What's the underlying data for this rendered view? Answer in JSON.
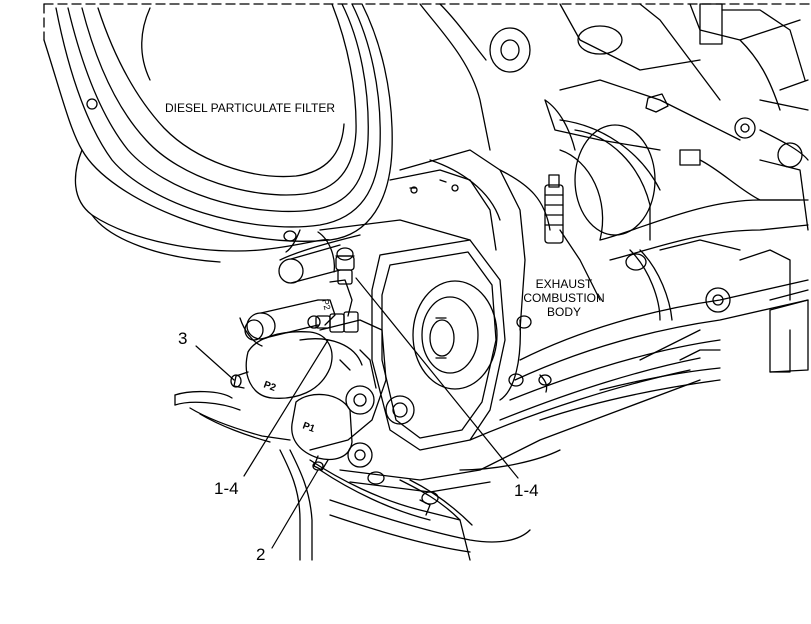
{
  "labels": {
    "dpf": "DIESEL PARTICULATE FILTER",
    "exhaust_line1": "EXHAUST",
    "exhaust_line2": "COMBUSTION",
    "exhaust_line3": "BODY"
  },
  "callouts": {
    "c3": "3",
    "c14_left": "1-4",
    "c14_right": "1-4",
    "c2": "2"
  },
  "colors": {
    "ink": "#000000",
    "paper": "#ffffff"
  }
}
